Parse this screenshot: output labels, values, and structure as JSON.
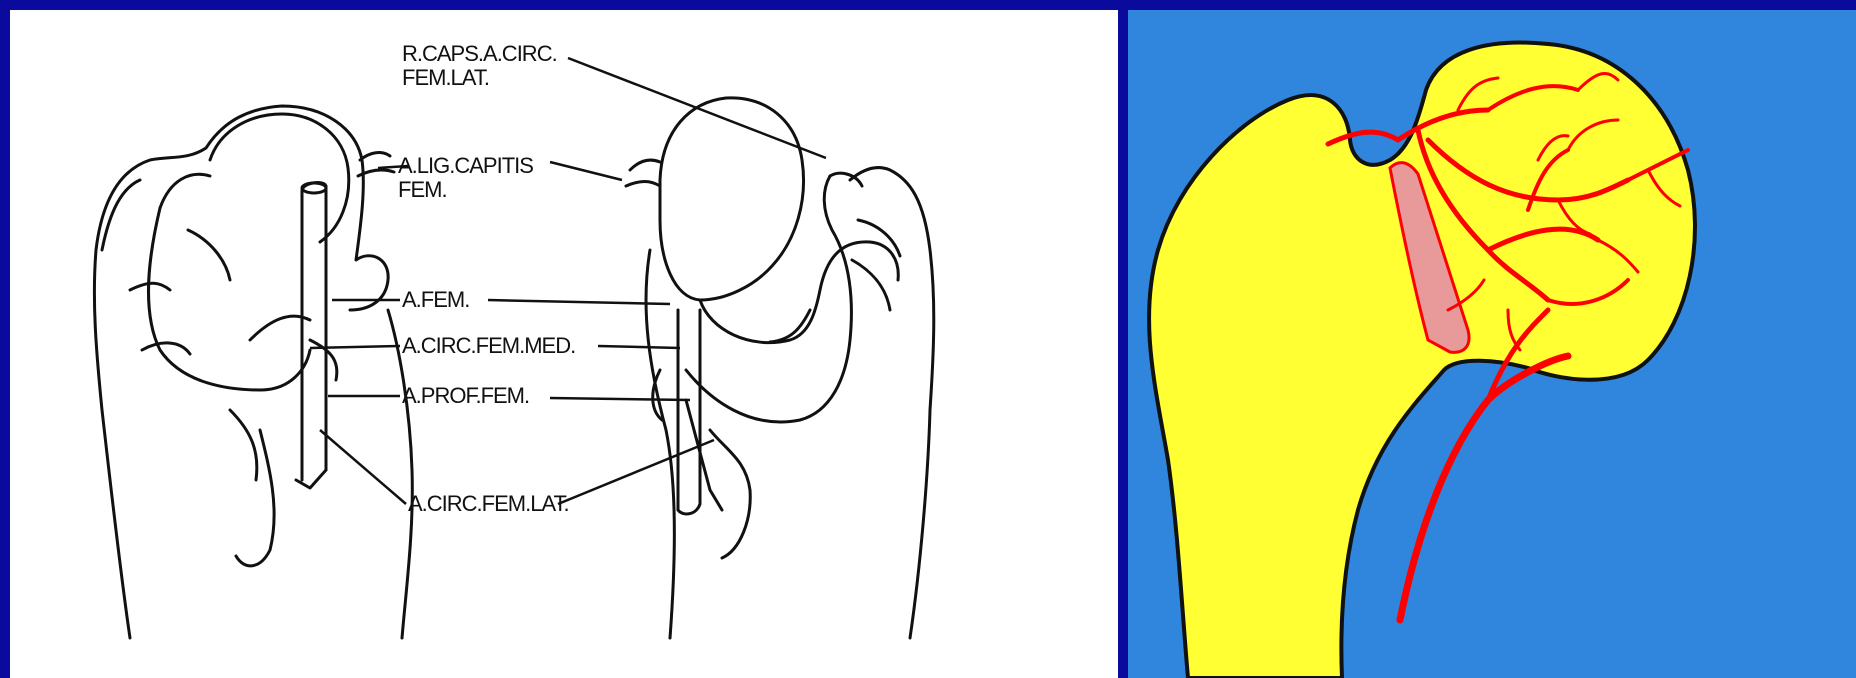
{
  "labels": {
    "r_caps": [
      "R.CAPS.A.CIRC.",
      "FEM.LAT."
    ],
    "a_lig": [
      "A.LIG.CAPITIS",
      "FEM."
    ],
    "a_fem": "A.FEM.",
    "a_circ_med": "A.CIRC.FEM.MED.",
    "a_prof": "A.PROF.FEM.",
    "a_circ_lat": "A.CIRC.FEM.LAT."
  },
  "colors": {
    "background": "#0a0a9c",
    "drawing_bg": "#ffffff",
    "illustration_bg": "#2f86dc",
    "bone": "#ffff33",
    "artery": "#ff0000",
    "fracture_zone": "#e89a9a",
    "outline": "#111111"
  }
}
